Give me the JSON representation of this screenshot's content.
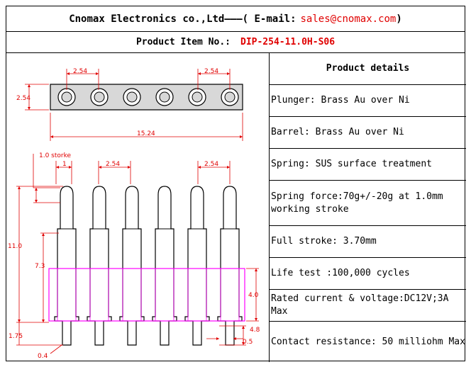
{
  "header": {
    "company": "Cnomax Electronics co.,Ltd———( E-mail:",
    "email": "sales@cnomax.com",
    "close": ")"
  },
  "item": {
    "label": "Product Item No.:",
    "code": "DIP-254-11.0H-S06"
  },
  "drawing": {
    "dims": {
      "pitch_top_left": "2.54",
      "pitch_top_right": "2.54",
      "width_top": "2.54",
      "length_total": "15.24",
      "stroke": "1.0 storke",
      "stroke_one": "1",
      "pitch_mid_left": "2.54",
      "pitch_mid_right": "2.54",
      "height_total": "11.0",
      "height_body": "7.3",
      "height_housing": "4.0",
      "tail_len": "1.75",
      "tail_right": "4.8",
      "tail_dia": "0.5",
      "tip_dia": "0.4"
    },
    "colors": {
      "dimension": "#e00000",
      "housing": "#ff00ff",
      "outline": "#000000",
      "fill": "#d8d8d8"
    },
    "pin_count": 6
  },
  "details": {
    "title": "Product details",
    "rows": [
      "Plunger: Brass Au over Ni",
      "Barrel: Brass Au over Ni",
      "Spring: SUS surface treatment",
      "Spring force:70g+/-20g at 1.0mm working stroke",
      "Full stroke: 3.70mm",
      "Life test :100,000 cycles",
      "Rated current & voltage:DC12V;3A Max",
      "Contact resistance: 50 milliohm Max"
    ]
  }
}
